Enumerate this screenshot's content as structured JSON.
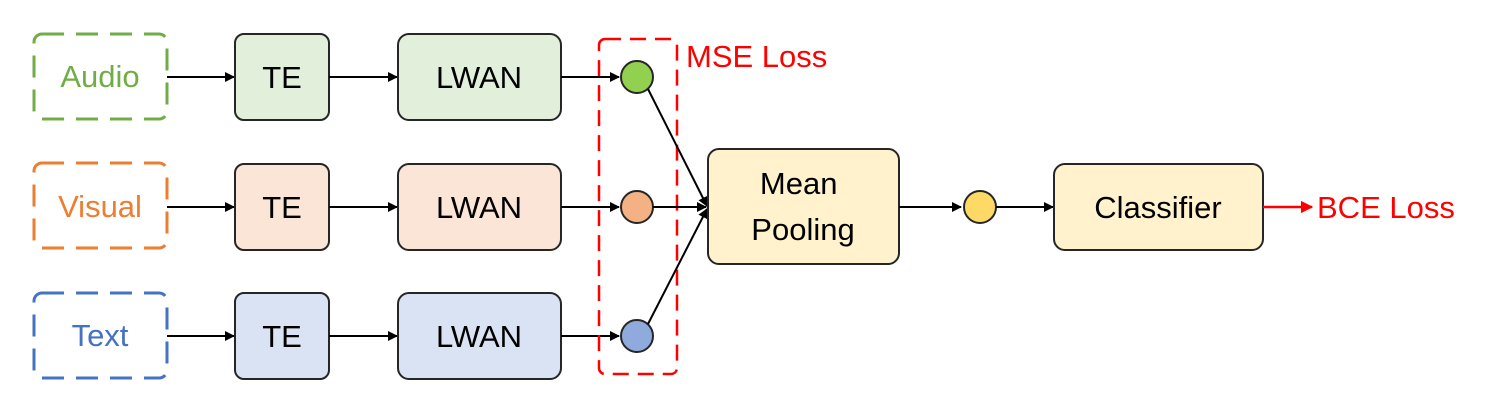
{
  "modalities": [
    {
      "input_label": "Audio",
      "encoder_label": "TE",
      "attention_label": "LWAN",
      "colors": {
        "input": "#70ad47",
        "encoder_fill": "#e2efda",
        "node_fill": "#92d050"
      }
    },
    {
      "input_label": "Visual",
      "encoder_label": "TE",
      "attention_label": "LWAN",
      "colors": {
        "input": "#ed7d31",
        "encoder_fill": "#fbe5d6",
        "node_fill": "#f4b183"
      }
    },
    {
      "input_label": "Text",
      "encoder_label": "TE",
      "attention_label": "LWAN",
      "colors": {
        "input": "#4472c4",
        "encoder_fill": "#dae3f3",
        "node_fill": "#8faadc"
      }
    }
  ],
  "mse_loss_label": "MSE Loss",
  "pooling": {
    "line1": "Mean",
    "line2": "Pooling"
  },
  "classifier_label": "Classifier",
  "bce_loss_label": "BCE Loss",
  "colors": {
    "loss": "#ff0000",
    "pooling_fill": "#fff2cc",
    "fused_node_fill": "#ffd966",
    "edge": "#000000",
    "box_stroke": "#262626"
  }
}
